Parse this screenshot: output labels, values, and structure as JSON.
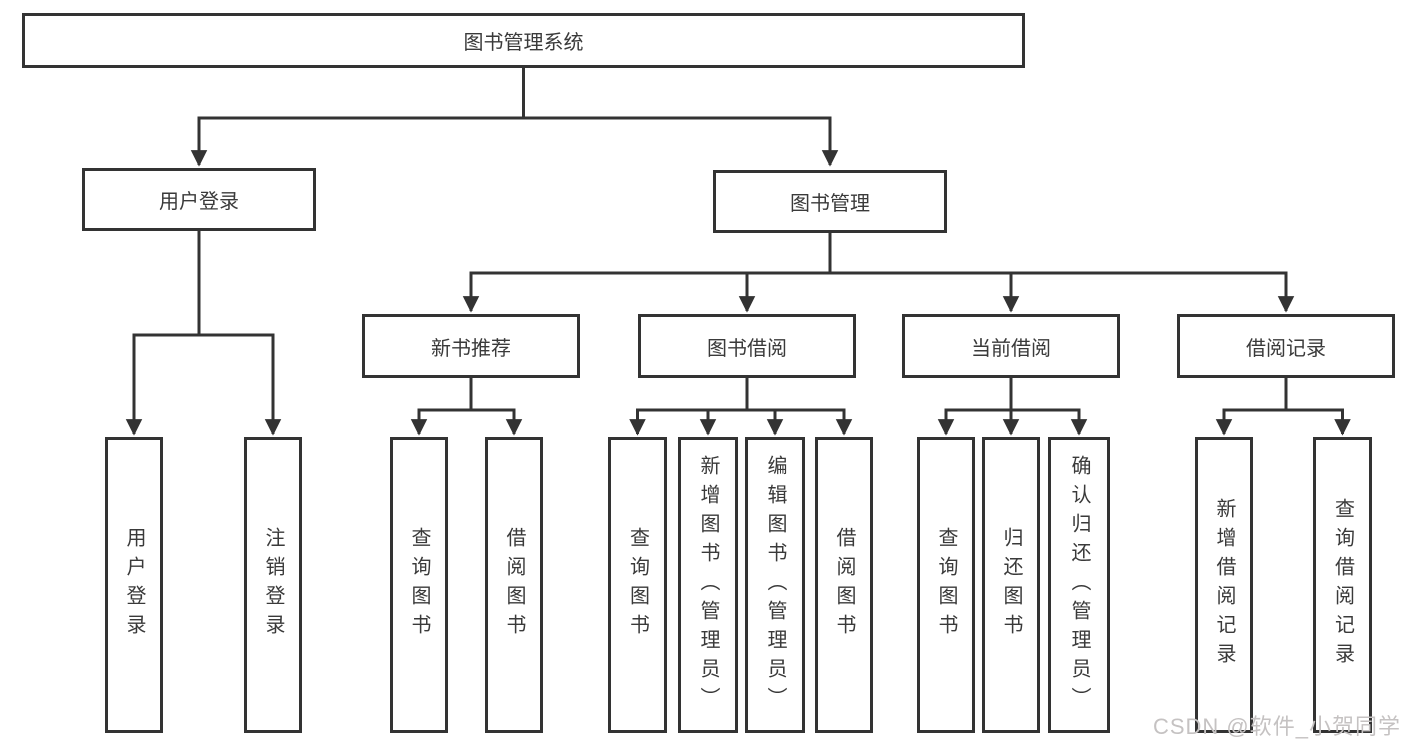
{
  "colors": {
    "line": "#333333",
    "border": "#333333",
    "text": "#3a3a3a",
    "watermark": "#c5c2c2",
    "background": "#ffffff"
  },
  "tree": {
    "root": "图书管理系统",
    "children": [
      {
        "label": "用户登录",
        "children": [
          "用户登录",
          "注销登录"
        ]
      },
      {
        "label": "图书管理",
        "children": [
          {
            "label": "新书推荐",
            "children": [
              "查询图书",
              "借阅图书"
            ]
          },
          {
            "label": "图书借阅",
            "children": [
              "查询图书",
              "新增图书（管理员）",
              "编辑图书（管理员）",
              "借阅图书"
            ]
          },
          {
            "label": "当前借阅",
            "children": [
              "查询图书",
              "归还图书",
              "确认归还（管理员）"
            ]
          },
          {
            "label": "借阅记录",
            "children": [
              "新增借阅记录",
              "查询借阅记录"
            ]
          }
        ]
      }
    ]
  },
  "watermark": "CSDN @软件_小贺同学"
}
